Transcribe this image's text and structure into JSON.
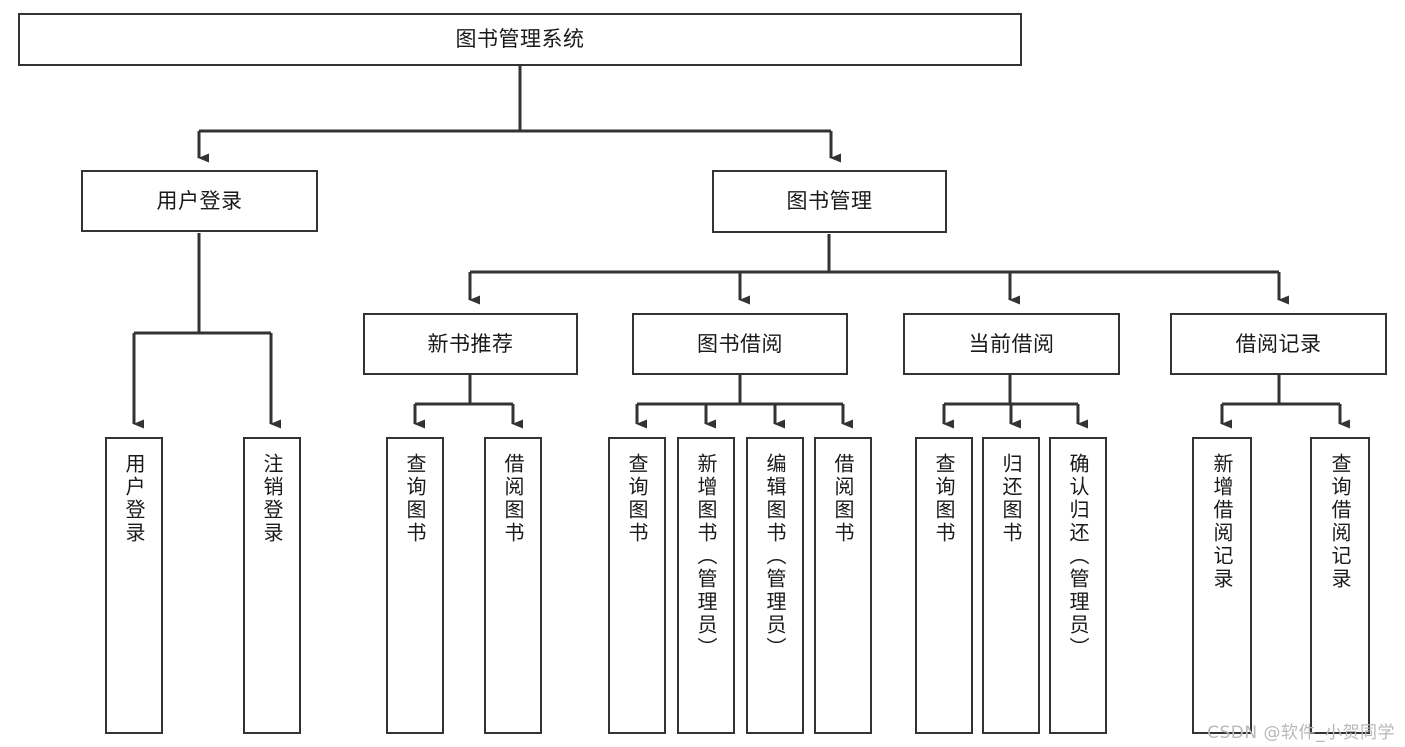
{
  "diagram": {
    "type": "hierarchy-tree",
    "title": "图书管理系统",
    "line_color": "#333333",
    "box_fill": "#ffffff",
    "text_color": "#1a1a1a",
    "nodes": {
      "root": {
        "label": "图书管理系统"
      },
      "level2": [
        {
          "label": "用户登录"
        },
        {
          "label": "图书管理"
        }
      ],
      "level3": [
        {
          "label": "新书推荐"
        },
        {
          "label": "图书借阅"
        },
        {
          "label": "当前借阅"
        },
        {
          "label": "借阅记录"
        }
      ],
      "leaves": {
        "user_login": [
          {
            "label": "用户登录"
          },
          {
            "label": "注销登录"
          }
        ],
        "new_book_recommend": [
          {
            "label": "查询图书"
          },
          {
            "label": "借阅图书"
          }
        ],
        "book_borrow": [
          {
            "label": "查询图书"
          },
          {
            "label": "新增图书（管理员）"
          },
          {
            "label": "编辑图书（管理员）"
          },
          {
            "label": "借阅图书"
          }
        ],
        "current_borrow": [
          {
            "label": "查询图书"
          },
          {
            "label": "归还图书"
          },
          {
            "label": "确认归还（管理员）"
          }
        ],
        "borrow_record": [
          {
            "label": "新增借阅记录"
          },
          {
            "label": "查询借阅记录"
          }
        ]
      }
    },
    "watermark": "CSDN @软件_小贺同学"
  }
}
